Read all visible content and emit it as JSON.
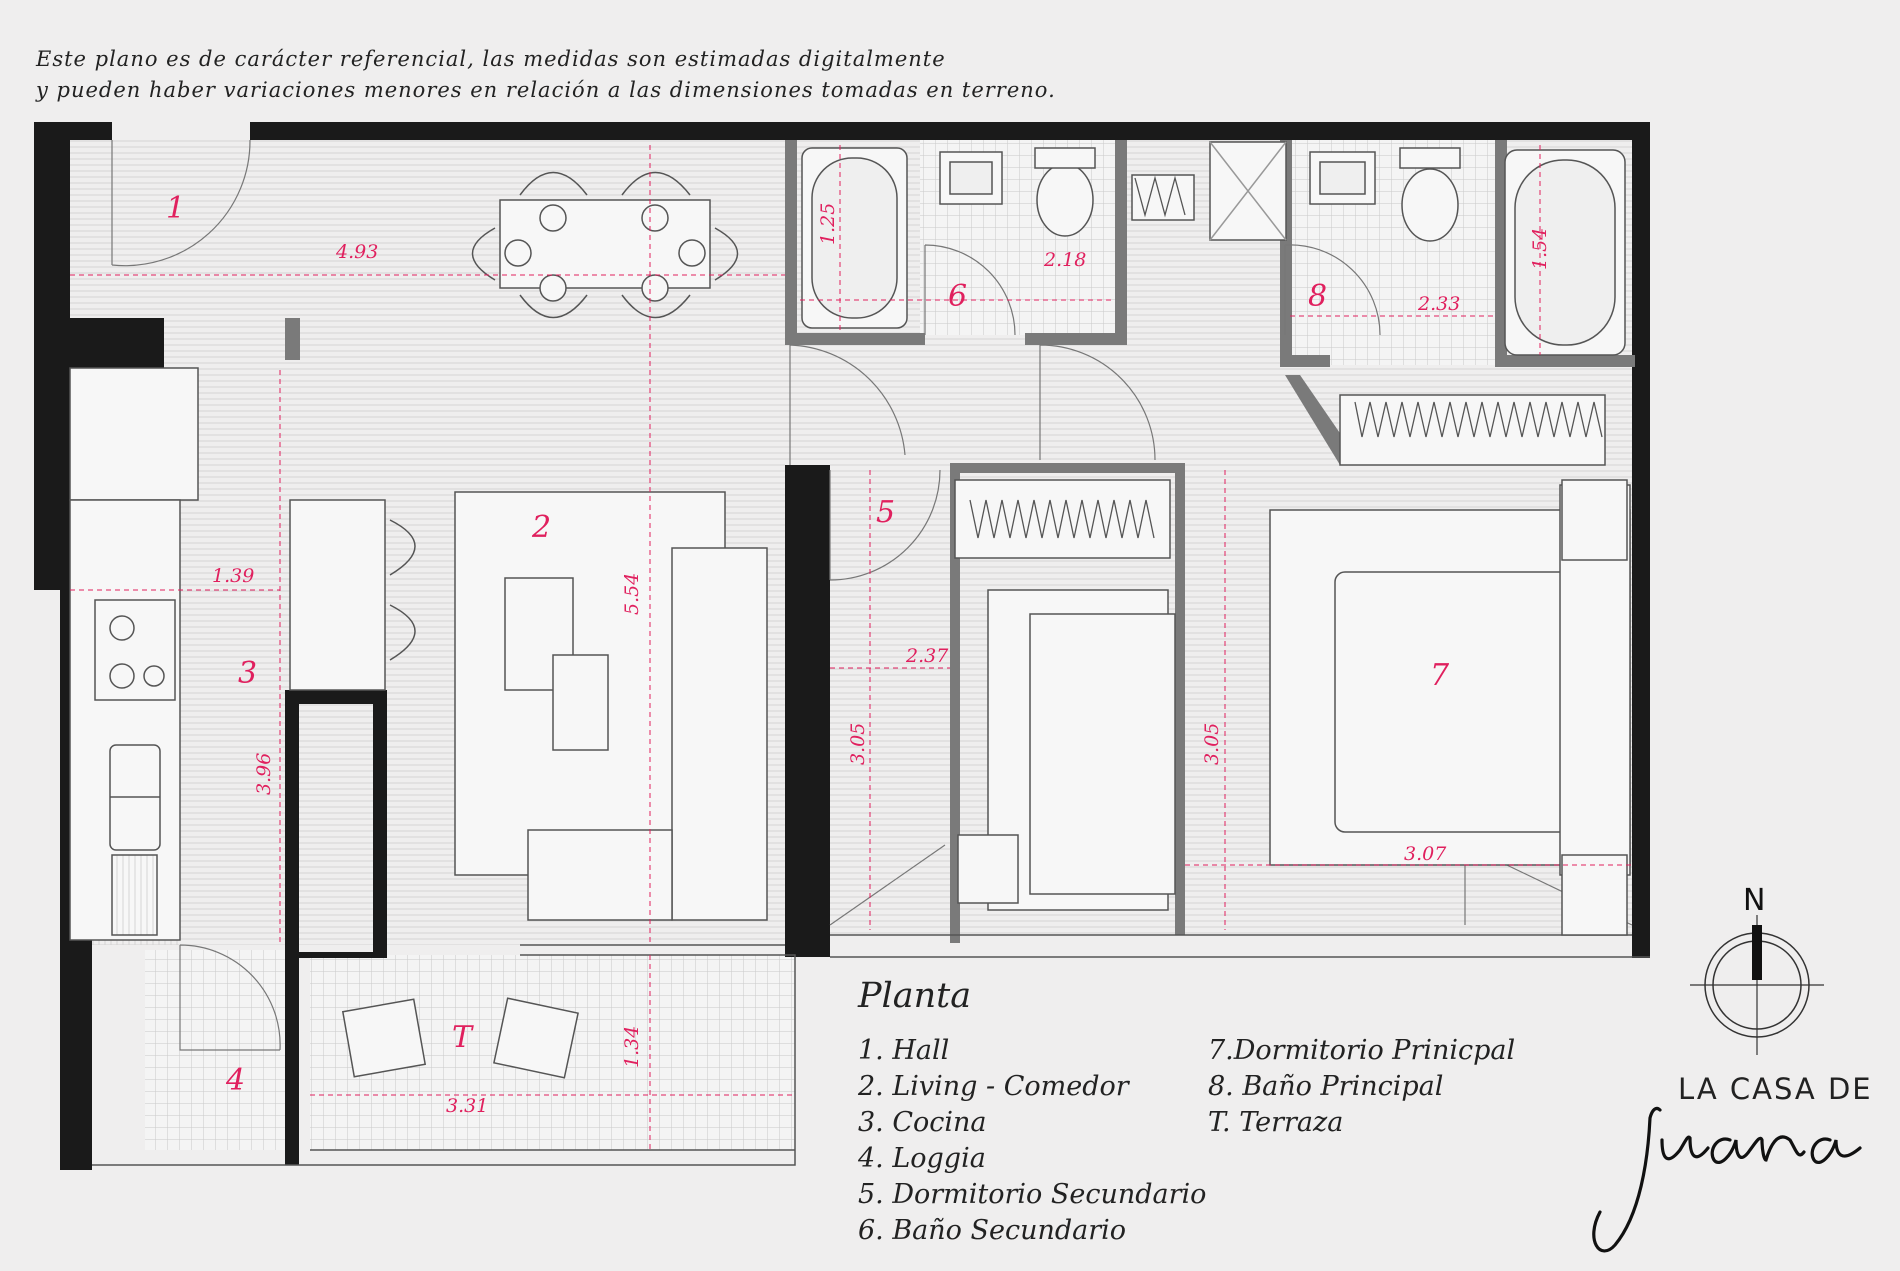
{
  "disclaimer": {
    "line1": "Este plano es de carácter referencial, las medidas son estimadas digitalmente",
    "line2": "y pueden haber variaciones menores en relación a las dimensiones tomadas en terreno."
  },
  "rooms": {
    "r1": "1",
    "r2": "2",
    "r3": "3",
    "r4": "4",
    "r5": "5",
    "r6": "6",
    "r7": "7",
    "r8": "8",
    "rT": "T"
  },
  "dimensions": {
    "d_hall": "4.93",
    "d_bath2_h": "1.25",
    "d_bath2_w": "2.18",
    "d_bath1_w": "2.33",
    "d_bath1_h": "1.54",
    "d_kitchen_w": "1.39",
    "d_kitchen_h": "3.96",
    "d_living_h": "5.54",
    "d_bed2_w": "2.37",
    "d_bed2_h": "3.05",
    "d_bed1_h": "3.05",
    "d_bed1_w": "3.07",
    "d_terrace_h": "1.34",
    "d_terrace_w": "3.31"
  },
  "compass": {
    "label": "N"
  },
  "legend": {
    "title": "Planta",
    "col1": [
      "1. Hall",
      "2. Living - Comedor",
      "3. Cocina",
      "4. Loggia",
      "5. Dormitorio Secundario",
      "6. Baño Secundario"
    ],
    "col2": [
      "7.Dormitorio Prinicpal",
      "8. Baño Principal",
      "T. Terraza"
    ]
  },
  "brand": {
    "line1": "LA CASA DE",
    "line2": "Juana"
  },
  "colors": {
    "accent": "#e0205e",
    "wall": "#1a1a1a",
    "partition": "#7a7a7a",
    "background": "#efeeee"
  }
}
